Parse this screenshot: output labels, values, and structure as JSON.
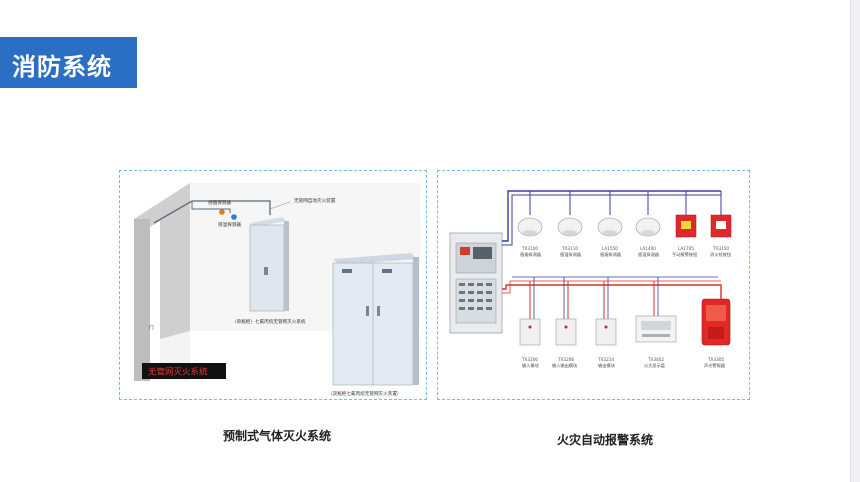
{
  "header": {
    "title": "消防系统"
  },
  "left_panel": {
    "caption": "预制式气体灭火系统",
    "labels": {
      "smoke_detector": "感烟探测器",
      "heat_detector": "感温探测器",
      "cabinet_top": "无管网自动灭火装置",
      "single_cabinet": "（单瓶柜）七氟丙烷无管网灭火系统",
      "double_cabinet": "（双瓶柜七氟丙烷无管网灭火装置）",
      "door": "门",
      "black_tag": "无管网灭火系统"
    }
  },
  "right_panel": {
    "caption": "火灾自动报警系统",
    "top_devices": [
      {
        "code": "TX3100",
        "name": "感烟探测器"
      },
      {
        "code": "TX3110",
        "name": "感温探测器"
      },
      {
        "code": "LA1550",
        "name": "感烟探测器"
      },
      {
        "code": "LA1400",
        "name": "感温探测器"
      },
      {
        "code": "LA1705",
        "name": "手动报警按钮"
      },
      {
        "code": "TX3150",
        "name": "消火栓按钮"
      }
    ],
    "bottom_devices": [
      {
        "code": "TX3200",
        "name": "输入模块"
      },
      {
        "code": "TX3206",
        "name": "输入输出模块"
      },
      {
        "code": "TX3214",
        "name": "输出模块"
      },
      {
        "code": "TX3402",
        "name": "火灾显示盘"
      },
      {
        "code": "TX3305",
        "name": "声光警报器"
      }
    ]
  }
}
